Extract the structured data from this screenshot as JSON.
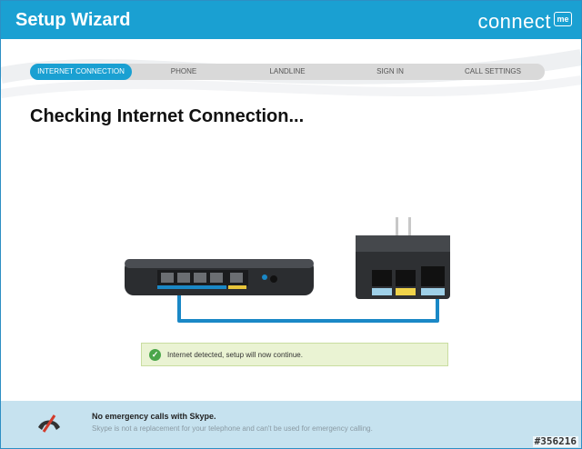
{
  "window": {
    "title": "Setup Wizard"
  },
  "logo": {
    "word": "connect",
    "badge": "me"
  },
  "steps": [
    {
      "label": "INTERNET CONNECTION",
      "active": true
    },
    {
      "label": "PHONE",
      "active": false
    },
    {
      "label": "LANDLINE",
      "active": false
    },
    {
      "label": "SIGN IN",
      "active": false
    },
    {
      "label": "CALL SETTINGS",
      "active": false
    }
  ],
  "main": {
    "heading": "Checking Internet Connection...",
    "status": "Internet detected, setup will now continue."
  },
  "footer": {
    "title": "No emergency calls with Skype.",
    "subtitle": "Skype is not a replacement for your telephone and can't be used for emergency calling."
  },
  "watermark": "#356216",
  "colors": {
    "accent": "#1aa0d2",
    "success": "#4aa64a",
    "footer_bg": "#c6e2ef"
  },
  "icons": [
    "check-icon",
    "no-phone-icon"
  ]
}
